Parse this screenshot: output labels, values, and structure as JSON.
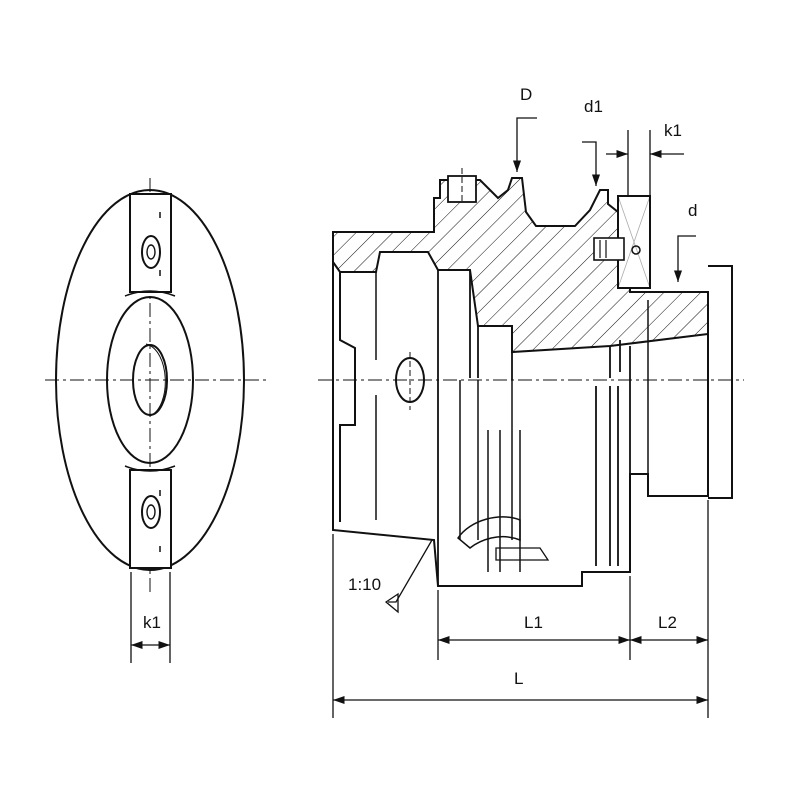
{
  "colors": {
    "line": "#111111",
    "background": "#ffffff"
  },
  "labels": {
    "D": "D",
    "d1": "d1",
    "k1_top": "k1",
    "d": "d",
    "k1_front": "k1",
    "taper": "1:10",
    "L1": "L1",
    "L2": "L2",
    "L": "L"
  }
}
